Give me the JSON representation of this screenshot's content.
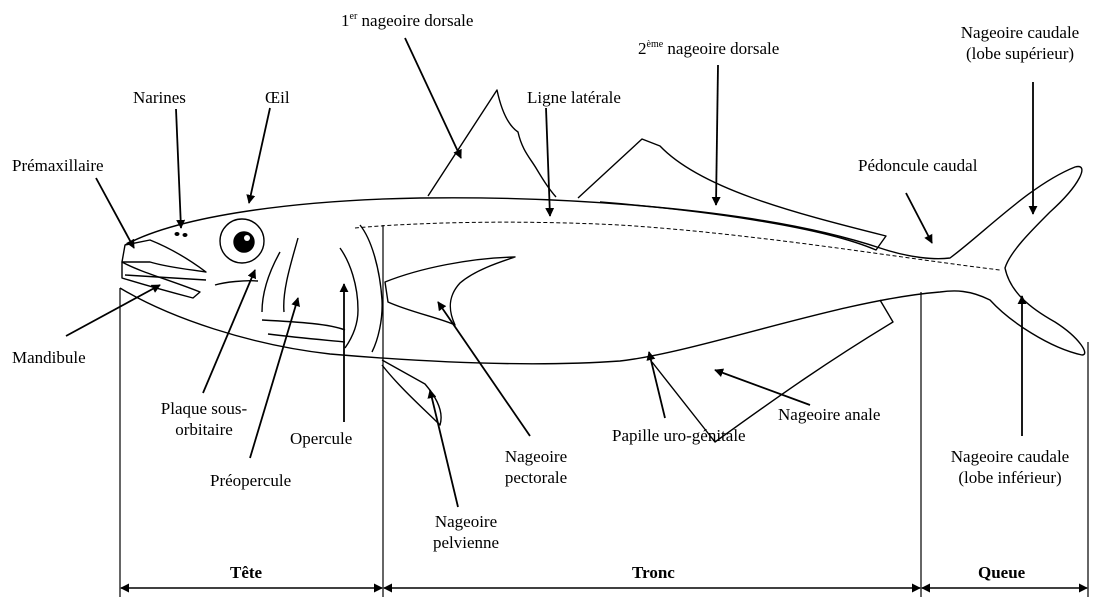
{
  "labels": {
    "dorsal1_sup": "er",
    "dorsal1_text": "nageoire dorsale",
    "dorsal1_num": "1",
    "dorsal2_num": "2",
    "dorsal2_sup": "ème",
    "dorsal2_text": "nageoire dorsale",
    "caudal_upper_1": "Nageoire caudale",
    "caudal_upper_2": "(lobe supérieur)",
    "narines": "Narines",
    "oeil": "Œil",
    "ligne_laterale": "Ligne latérale",
    "premaxillaire": "Prémaxillaire",
    "pedoncule": "Pédoncule caudal",
    "mandibule": "Mandibule",
    "plaque_1": "Plaque sous-",
    "plaque_2": "orbitaire",
    "operculum": "Opercule",
    "preoperculum": "Préopercule",
    "pectorale_1": "Nageoire",
    "pectorale_2": "pectorale",
    "pelvienne_1": "Nageoire",
    "pelvienne_2": "pelvienne",
    "papille": "Papille uro-génitale",
    "anale": "Nageoire anale",
    "caudal_lower_1": "Nageoire caudale",
    "caudal_lower_2": "(lobe inférieur)"
  },
  "segments": {
    "tete": "Tête",
    "tronc": "Tronc",
    "queue": "Queue"
  }
}
